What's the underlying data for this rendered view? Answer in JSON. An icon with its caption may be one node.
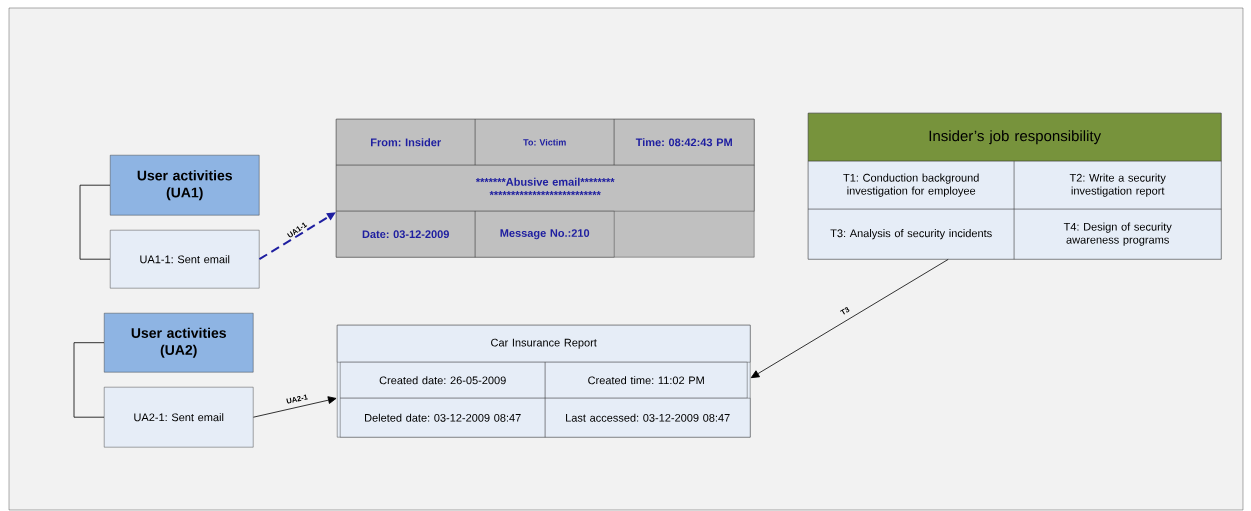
{
  "diagram": {
    "nodes": [
      {
        "text": [
          "User activities (UA1)"
        ]
      },
      {
        "text": [
          "UA1-1: Sent email"
        ]
      },
      {
        "text": [],
        "shape": "box"
      },
      {
        "text": [
          "From: Insider"
        ],
        "in": 2
      },
      {
        "text": [
          "To: Victim"
        ],
        "in": 2
      },
      {
        "text": [
          "Time: 08:42:43 PM"
        ],
        "in": 2
      },
      {
        "text": [
          "*******Abusive email******** **************************"
        ],
        "in": 2
      },
      {
        "text": [
          "Date: 03-12-2009"
        ],
        "in": 2
      },
      {
        "text": [
          "Message No.:210"
        ],
        "in": 2
      },
      {
        "text": [
          "User activities (UA2)"
        ]
      },
      {
        "text": [
          "UA2-1: Sent email"
        ]
      },
      {
        "text": [],
        "shape": "box"
      },
      {
        "text": [
          "Car Insurance Report"
        ],
        "in": 11
      },
      {
        "text": [
          "Created date: 26-05-2009"
        ],
        "in": 11
      },
      {
        "text": [
          "Created time: 11:02 PM"
        ],
        "in": 11
      },
      {
        "text": [
          "Deleted date: 03-12-2009 08:47"
        ],
        "in": 11
      },
      {
        "text": [
          "Last accessed: 03-12-2009 08:47"
        ],
        "in": 11
      },
      {
        "text": [],
        "shape": "box"
      },
      {
        "text": [
          "Insider’s job responsibility"
        ],
        "in": 17
      },
      {
        "text": [
          "T1: Conduction background investigation for employee"
        ],
        "in": 17
      },
      {
        "text": [
          "T2: Write a security investigation report"
        ],
        "in": 17
      },
      {
        "text": [
          "T3: Analysis of security incidents"
        ],
        "in": 17
      },
      {
        "text": [
          "T4: Design of security awareness programs"
        ],
        "in": 17
      }
    ],
    "edges": [
      {
        "from": 0,
        "to": 1,
        "arrow": "none"
      },
      {
        "from": 1,
        "to": 2,
        "arrow": "to",
        "label": "UA1-1",
        "style": "dashed",
        "color": "#1f1fa0"
      },
      {
        "from": 9,
        "to": 10,
        "arrow": "none"
      },
      {
        "from": 10,
        "to": 11,
        "arrow": "to",
        "label": "UA2-1"
      },
      {
        "from": 21,
        "to": 11,
        "arrow": "to",
        "label": "T3"
      }
    ]
  }
}
